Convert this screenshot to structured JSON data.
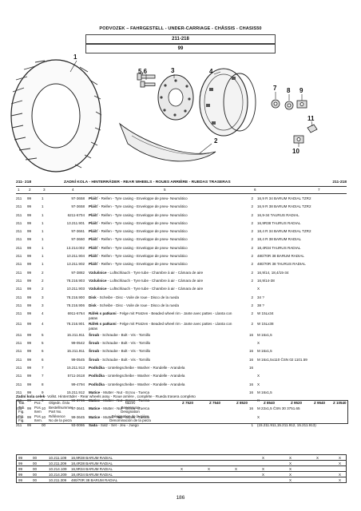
{
  "header": {
    "title": "PODVOZEK – FAHRGESTELL - UNDER-CARRIAGE - CHÂSSIS - CHASIS50",
    "group": "211-218",
    "page_code": "99"
  },
  "diagram": {
    "callouts": [
      "1",
      "5,6",
      "3",
      "4",
      "7",
      "8",
      "9",
      "11",
      "2",
      "10"
    ]
  },
  "section": {
    "code_left": "211- 218",
    "title": "ZADNÍ KOLA - HINTERRÄDER - REAR WHEELS - ROUES ARRIÈRE - RUEDAS TRASERAS",
    "code_right": "211-218"
  },
  "column_numbers": [
    "1",
    "2",
    "3",
    "4",
    "5",
    "6",
    "7"
  ],
  "parts": [
    {
      "s": "211",
      "p": "99",
      "q": "1",
      "o": "97-3658",
      "d": "Plášť - Reifen - Tyre casing - Enveloppe de pneu- Neumático",
      "qty": "2",
      "n": "16,9 R 34 BARUM RADIAL TZR2"
    },
    {
      "s": "211",
      "p": "99",
      "q": "1",
      "o": "97-3658",
      "d": "Plášť - Reifen - Tyre casing - Enveloppe de pneu- Neumático",
      "qty": "2",
      "n": "16,9 R 38 BARUM RADIAL TZR2"
    },
    {
      "s": "211",
      "p": "99",
      "q": "1",
      "o": "6211-6704",
      "d": "Plášť - Reifen - Tyre casing - Enveloppe de pneu- Neumático",
      "qty": "2",
      "n": "16,9-34 TAURUS RADIAL"
    },
    {
      "s": "211",
      "p": "99",
      "q": "1",
      "o": "13.211.901",
      "d": "Plášť - Reifen - Tyre casing - Enveloppe de pneu- Neumático",
      "qty": "2",
      "n": "16,9R38 TAURUS RADIAL"
    },
    {
      "s": "211",
      "p": "99",
      "q": "1",
      "o": "97-3661",
      "d": "Plášť - Reifen - Tyre casing - Enveloppe de pneu- Neumático",
      "qty": "2",
      "n": "18,4 R 34 BARUM RADIAL TZR2"
    },
    {
      "s": "211",
      "p": "99",
      "q": "1",
      "o": "97-3660",
      "d": "Plášť - Reifen - Tyre casing - Enveloppe de pneu- Neumático",
      "qty": "2",
      "n": "18,4 R 38 BARUM RADIAL"
    },
    {
      "s": "211",
      "p": "99",
      "q": "1",
      "o": "13.214.002",
      "d": "Plášť - Reifen - Tyre casing - Enveloppe de pneu- Neumático",
      "qty": "2",
      "n": "18,4R34 TAURUS RADIAL"
    },
    {
      "s": "211",
      "p": "99",
      "q": "1",
      "o": "10.211.904",
      "d": "Plášť - Reifen - Tyre casing - Enveloppe de pneu- Neumático",
      "qty": "2",
      "n": "480/70R 38 BARUM RADIAL"
    },
    {
      "s": "211",
      "p": "99",
      "q": "1",
      "o": "13.211.902",
      "d": "Plášť - Reifen - Tyre casing - Enveloppe de pneu- Neumático",
      "qty": "2",
      "n": "480/70R 38 TAURUS RADIAL"
    },
    {
      "s": "211",
      "p": "99",
      "q": "2",
      "o": "97-3882",
      "d": "Vzdušnice - Luftschlauch - Tyre tube - Chambre à air - Cámara de aire",
      "qty": "2",
      "n": "16,9/14, 18,4/15-34"
    },
    {
      "s": "211",
      "p": "99",
      "q": "2",
      "o": "78.216.903",
      "d": "Vzdušnice - Luftschlauch - Tyre tube - Chambre à air - Cámara de aire",
      "qty": "2",
      "n": "16,9/14-38"
    },
    {
      "s": "211",
      "p": "99",
      "q": "2",
      "o": "10.211.903",
      "d": "Vzdušnice - Luftschlauch - Tyre tube - Chambre à air - Cámara de aire",
      "qty": "",
      "n": "X"
    },
    {
      "s": "211",
      "p": "99",
      "q": "3",
      "o": "78.216.900",
      "d": "Disk - Scheibe - Disc - Voile de roue - Disco de la rueda",
      "qty": "2",
      "n": "34 ?"
    },
    {
      "s": "211",
      "p": "99",
      "q": "3",
      "o": "78.216.906",
      "d": "Disk - Scheibe - Disc - Voile de roue - Disco de la rueda",
      "qty": "2",
      "n": "38 ?"
    },
    {
      "s": "211",
      "p": "99",
      "q": "4",
      "o": "6911-6764",
      "d": "Ráfek s patkami - Felge mit Pratzen - Beaded wheel rim - Jante avec pattes - Llanta con patas",
      "qty": "2",
      "n": "W 15Lx34",
      "tall": true
    },
    {
      "s": "211",
      "p": "99",
      "q": "4",
      "o": "78.216.901",
      "d": "Ráfek s patkami - Felge mit Pratzen - Beaded wheel rim - Jante avec pattes - Llanta con patas",
      "qty": "2",
      "n": "W 15Lx38",
      "tall": true
    },
    {
      "s": "211",
      "p": "99",
      "q": "5",
      "o": "15.211.911",
      "d": "Šroub - Schraube - Bolt - Vis - Tornillo",
      "qty": "16",
      "n": "M 16x1,5"
    },
    {
      "s": "211",
      "p": "99",
      "q": "5",
      "o": "99-0542",
      "d": "Šroub - Schraube - Bolt - Vis - Tornillo",
      "qty": "",
      "n": "X"
    },
    {
      "s": "211",
      "p": "99",
      "q": "6",
      "o": "15.211.911",
      "d": "Šroub - Schraube - Bolt - Vis - Tornillo",
      "qty": "16",
      "n": "M 16x1,5"
    },
    {
      "s": "211",
      "p": "99",
      "q": "6",
      "o": "99-0545",
      "d": "Šroub - Schraube - Bolt - Vis - Tornillo",
      "qty": "16",
      "n": "M 16x1,5x110 ČSN 02 1101.59"
    },
    {
      "s": "211",
      "p": "99",
      "q": "7",
      "o": "15.211.913",
      "d": "Podložka - Unterlegscheibe - Washer - Rondelle - Arandela",
      "qty": "16",
      "n": ""
    },
    {
      "s": "211",
      "p": "99",
      "q": "7",
      "o": "5711-2618",
      "d": "Podložka - Unterlegscheibe - Washer - Rondelle - Arandela",
      "qty": "",
      "n": "X"
    },
    {
      "s": "211",
      "p": "99",
      "q": "8",
      "o": "99-4794",
      "d": "Podložka - Unterlegscheibe - Washer - Rondelle - Arandela",
      "qty": "16",
      "n": "X"
    },
    {
      "s": "211",
      "p": "99",
      "q": "9",
      "o": "15.211.912",
      "d": "Matice - Mutter - Nut - Ecrou - Tuerca",
      "qty": "16",
      "n": "M 16x1,5"
    },
    {
      "s": "211",
      "p": "99",
      "q": "9",
      "o": "99-3746",
      "d": "Matice - Mutter - Nut - Ecrou - Tuerca",
      "qty": "",
      "n": "X"
    },
    {
      "s": "211",
      "p": "99",
      "q": "10",
      "o": "97-3641",
      "d": "Matice - Mutter - Nut - Ecrou - Tuerca",
      "qty": "16",
      "n": "M 22x1,5 ČSN 30 3751.65"
    },
    {
      "s": "211",
      "p": "99",
      "q": "10",
      "o": "99-3645",
      "d": "Matice - Mutter - Nut - Ecrou - Tuerca",
      "qty": "",
      "n": "X"
    },
    {
      "s": "211",
      "p": "99",
      "q": "00",
      "o": "93-0086",
      "d": "Sada - Satz - Set - Jeu - Juego",
      "qty": "1",
      "n": "(15.211.911,15.211.912, 15.211.913)",
      "tall": true
    }
  ],
  "subtitle": "Zadní kola celek- Vollst. Hinterräder - Rear wheels assy - Roue arrière , complète - Rueda trasera completo",
  "legend": [
    {
      "a": "Tab.",
      "b": "Poz.",
      "c": "Objedn. číslo",
      "m": "Název"
    },
    {
      "a": "Tab.",
      "b": "Pos.",
      "c": "Bestellnummer",
      "m": "Benennung"
    },
    {
      "a": "Fig.",
      "b": "Item",
      "c": "Part No.",
      "m": "Designation"
    },
    {
      "a": "Fig.",
      "b": "Pos.",
      "c": "Référence",
      "m": "Désignation de la pièce"
    },
    {
      "a": "Fig.",
      "b": "Item.",
      "c": "No de la pieza",
      "m": "Denominación de la pieza"
    }
  ],
  "models": [
    "Z 7520",
    "Z 7540",
    "Z 8520",
    "Z 8540",
    "Z 9520",
    "Z 9540",
    "Z 10540"
  ],
  "assemblies": [
    {
      "a": "99",
      "b": "00",
      "c": "10.211.109",
      "d": "16,9R38 BARUM RADIAL",
      "x": [
        "",
        "",
        "",
        "X",
        "X",
        "X",
        "X"
      ]
    },
    {
      "a": "99",
      "b": "00",
      "c": "10.211.209",
      "d": "18,4R38 BARUM RADIAL",
      "x": [
        "",
        "",
        "",
        "",
        "X",
        "",
        "X"
      ]
    },
    {
      "a": "99",
      "b": "00",
      "c": "10.214.109",
      "d": "16,9R34 BARUM RADIAL",
      "x": [
        "X",
        "X",
        "X",
        "X",
        "X",
        "",
        ""
      ]
    },
    {
      "a": "99",
      "b": "00",
      "c": "10.214.209",
      "d": "18,4R34 BARUM RADIAL",
      "x": [
        "",
        "",
        "",
        "X",
        "X",
        "",
        "X"
      ]
    },
    {
      "a": "99",
      "b": "00",
      "c": "10.211.309",
      "d": "480/70R 38 BARUM RADIAL",
      "x": [
        "",
        "",
        "",
        "",
        "X",
        "",
        "X"
      ]
    }
  ],
  "page_number": "186"
}
